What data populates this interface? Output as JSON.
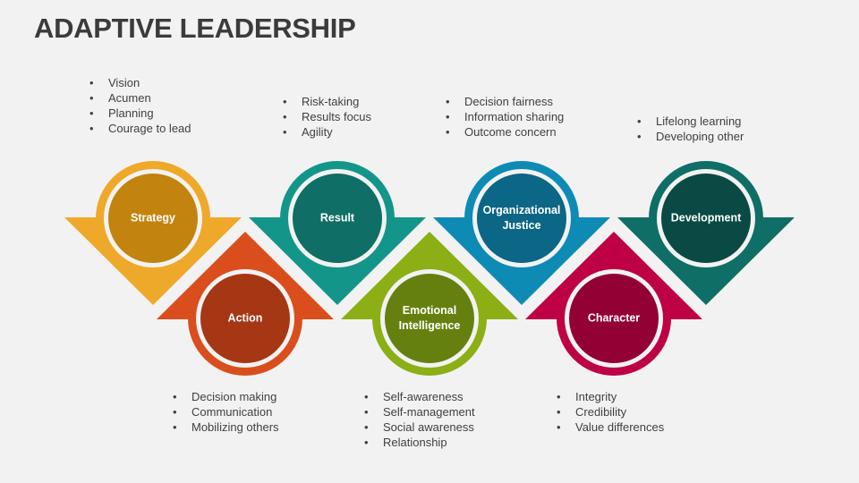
{
  "title": "ADAPTIVE LEADERSHIP",
  "steps": [
    {
      "label": [
        "Strategy"
      ],
      "outer": "#EFA92A",
      "inner": "#C2840F",
      "position": "top",
      "items": [
        "Vision",
        "Acumen",
        "Planning",
        "Courage to lead"
      ]
    },
    {
      "label": [
        "Action"
      ],
      "outer": "#DA4E1D",
      "inner": "#A63714",
      "position": "bottom",
      "items": [
        "Decision making",
        "Communication",
        "Mobilizing others"
      ]
    },
    {
      "label": [
        "Result"
      ],
      "outer": "#14958A",
      "inner": "#0F6E66",
      "position": "top",
      "items": [
        "Risk-taking",
        "Results focus",
        "Agility"
      ]
    },
    {
      "label": [
        "Emotional",
        "Intelligence"
      ],
      "outer": "#8BAF15",
      "inner": "#668010",
      "position": "bottom",
      "items": [
        "Self-awareness",
        "Self-management",
        "Social awareness",
        "Relationship"
      ]
    },
    {
      "label": [
        "Organizational",
        "Justice"
      ],
      "outer": "#0E8BB5",
      "inner": "#0C6685",
      "position": "top",
      "items": [
        "Decision fairness",
        "Information sharing",
        "Outcome concern"
      ]
    },
    {
      "label": [
        "Character"
      ],
      "outer": "#BE0045",
      "inner": "#930033",
      "position": "bottom",
      "items": [
        "Integrity",
        "Credibility",
        "Value differences"
      ]
    },
    {
      "label": [
        "Development"
      ],
      "outer": "#0F6E66",
      "inner": "#0A4A45",
      "position": "top",
      "items": [
        "Lifelong learning",
        "Developing other"
      ]
    }
  ]
}
